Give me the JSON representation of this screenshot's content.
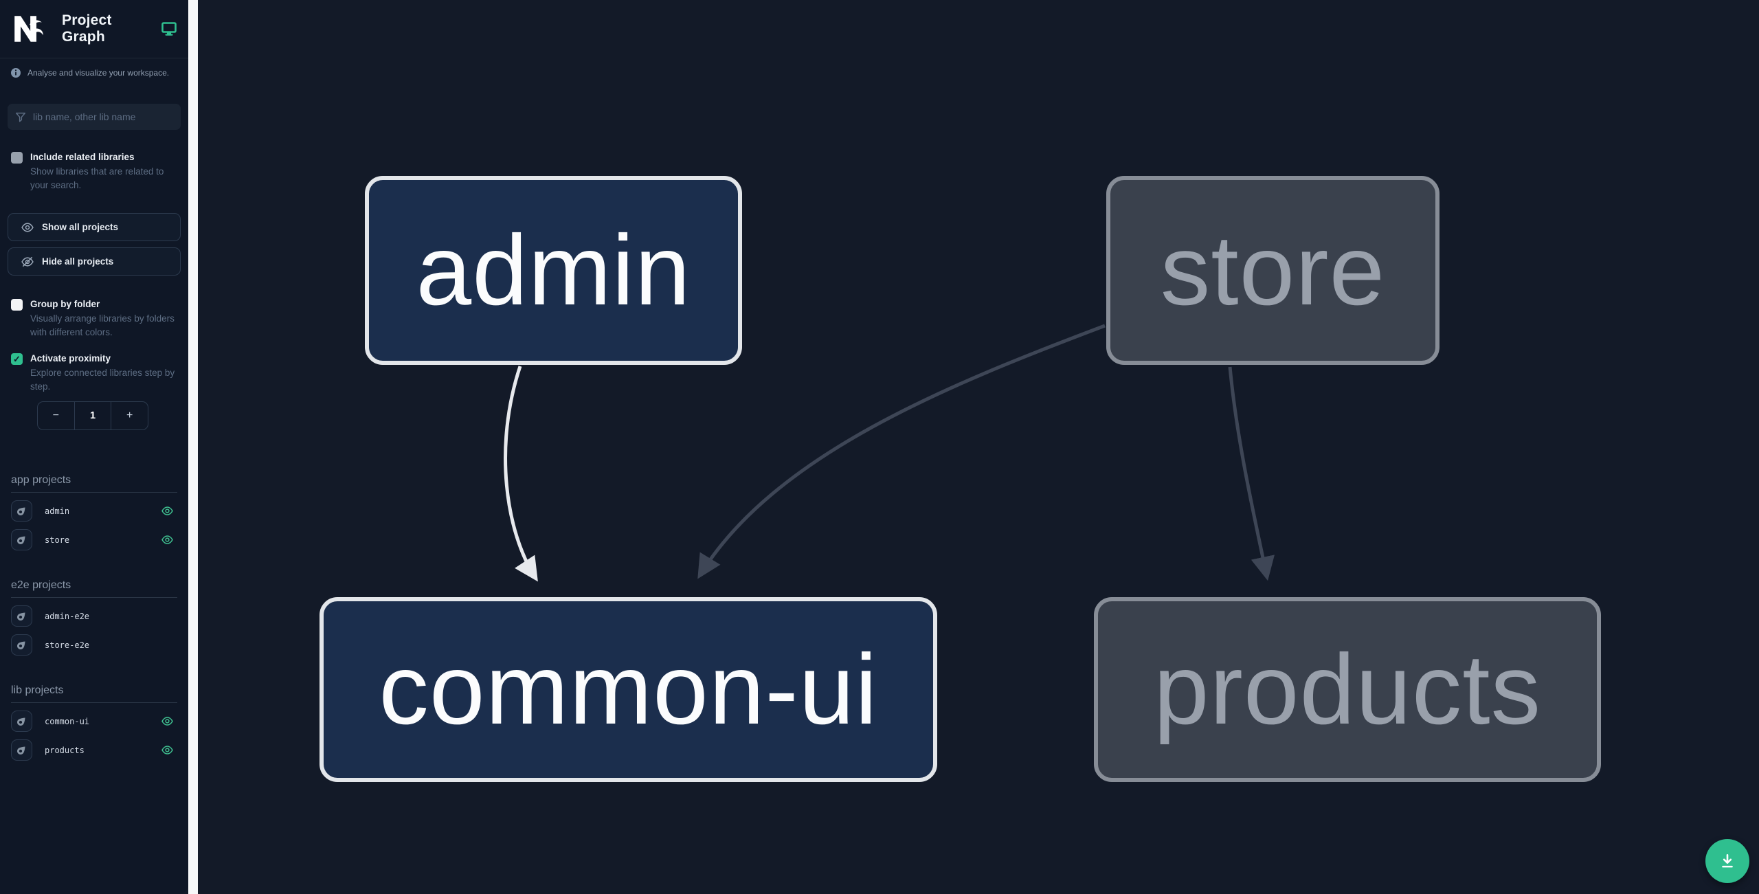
{
  "header": {
    "title": "Project Graph"
  },
  "sidebar": {
    "tagline": "Analyse and visualize your workspace.",
    "search_placeholder": "lib name, other lib name",
    "include_related": {
      "label": "Include related libraries",
      "description": "Show libraries that are related to your search.",
      "checked": false
    },
    "show_all_label": "Show all projects",
    "hide_all_label": "Hide all projects",
    "group_by_folder": {
      "label": "Group by folder",
      "description": "Visually arrange libraries by folders with different colors.",
      "checked": false
    },
    "activate_proximity": {
      "label": "Activate proximity",
      "description": "Explore connected libraries step by step.",
      "checked": true,
      "checkmark": "✓"
    },
    "proximity": {
      "decrement": "−",
      "value": "1",
      "increment": "+"
    },
    "sections": [
      {
        "title": "app projects",
        "items": [
          {
            "name": "admin",
            "visible": true
          },
          {
            "name": "store",
            "visible": true
          }
        ]
      },
      {
        "title": "e2e projects",
        "items": [
          {
            "name": "admin-e2e",
            "visible": false
          },
          {
            "name": "store-e2e",
            "visible": false
          }
        ]
      },
      {
        "title": "lib projects",
        "items": [
          {
            "name": "common-ui",
            "visible": true
          },
          {
            "name": "products",
            "visible": true
          }
        ]
      }
    ]
  },
  "graph": {
    "nodes": [
      {
        "label": "admin",
        "state": "focused"
      },
      {
        "label": "store",
        "state": "faded"
      },
      {
        "label": "common-ui",
        "state": "focused"
      },
      {
        "label": "products",
        "state": "faded"
      }
    ],
    "edges": [
      {
        "from": "admin",
        "to": "common-ui",
        "state": "focused"
      },
      {
        "from": "store",
        "to": "common-ui",
        "state": "faded"
      },
      {
        "from": "store",
        "to": "products",
        "state": "faded"
      }
    ]
  },
  "colors": {
    "accent": "#2fbf8f",
    "sidebar_bg": "#0f1726",
    "canvas_bg": "#131a28",
    "node_focused_fill": "#1b2e4d",
    "node_focused_border": "#e3e6ea",
    "node_faded_fill": "#3a414d",
    "node_faded_border": "#878d97",
    "edge_focused": "#e8eaee",
    "edge_faded": "#3e4656"
  }
}
